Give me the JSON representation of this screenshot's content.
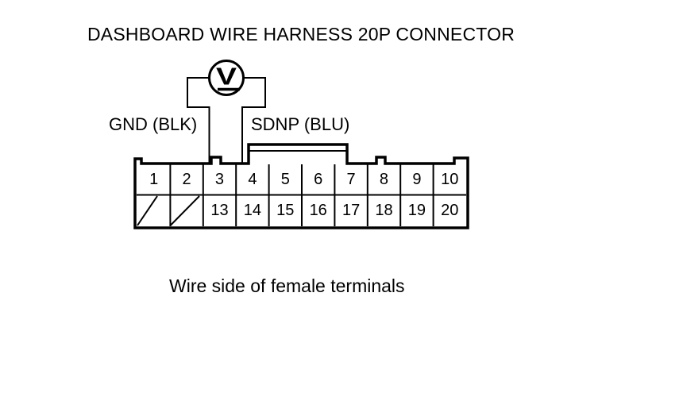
{
  "title": "DASHBOARD WIRE HARNESS 20P CONNECTOR",
  "meter": {
    "symbol": "V",
    "kind": "voltmeter"
  },
  "wires": {
    "left_label": "GND (BLK)",
    "right_label": "SDNP (BLU)"
  },
  "connector": {
    "top_row": [
      "1",
      "2",
      "3",
      "4",
      "5",
      "6",
      "7",
      "8",
      "9",
      "10"
    ],
    "bottom_row": [
      "",
      "",
      "13",
      "14",
      "15",
      "16",
      "17",
      "18",
      "19",
      "20"
    ]
  },
  "caption": "Wire side of female terminals",
  "colors": {
    "line": "#000000",
    "background": "#ffffff"
  }
}
